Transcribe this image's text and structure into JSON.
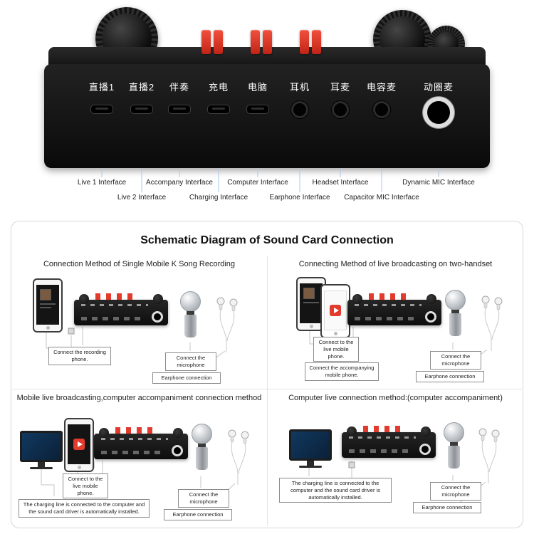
{
  "device": {
    "ports": [
      {
        "label": "直播1",
        "callout": "Live 1 Interface"
      },
      {
        "label": "直播2",
        "callout": "Live 2 Interface"
      },
      {
        "label": "伴奏",
        "callout": "Accompany Interface"
      },
      {
        "label": "充电",
        "callout": "Charging Interface"
      },
      {
        "label": "电脑",
        "callout": "Computer Interface"
      },
      {
        "label": "耳机",
        "callout": "Earphone Interface"
      },
      {
        "label": "耳麦",
        "callout": "Headset Interface"
      },
      {
        "label": "电容麦",
        "callout": "Capacitor MIC Interface"
      },
      {
        "label": "动圈麦",
        "callout": "Dynamic MIC Interface"
      }
    ]
  },
  "schematic": {
    "title": "Schematic Diagram of Sound Card Connection",
    "quadrants": [
      {
        "heading": "Connection Method of Single Mobile K Song Recording",
        "notes": [
          "Connect the recording phone.",
          "Connect the microphone",
          "Earphone connection"
        ]
      },
      {
        "heading": "Connecting Method of live broadcasting on two-handset",
        "notes": [
          "Connect to the live mobile phone.",
          "Connect the accompanying mobile phone.",
          "Connect the microphone",
          "Earphone connection"
        ]
      },
      {
        "heading": "Mobile live broadcasting,computer accompaniment connection method",
        "notes": [
          "Connect to the live mobile phone.",
          "The charging line is connected to the computer and the sound card driver is automatically installed.",
          "Connect the microphone",
          "Earphone connection"
        ]
      },
      {
        "heading": "Computer live connection method:(computer accompaniment)",
        "notes": [
          "The charging line is connected to the computer and the sound card driver is automatically installed.",
          "Connect the microphone",
          "Earphone connection"
        ]
      }
    ]
  },
  "colors": {
    "accent_red": "#e23b2e",
    "device_black": "#151515",
    "callout_line": "#aac8e8",
    "silver_ring": "#dedede",
    "panel_border": "#d8d8d8"
  }
}
